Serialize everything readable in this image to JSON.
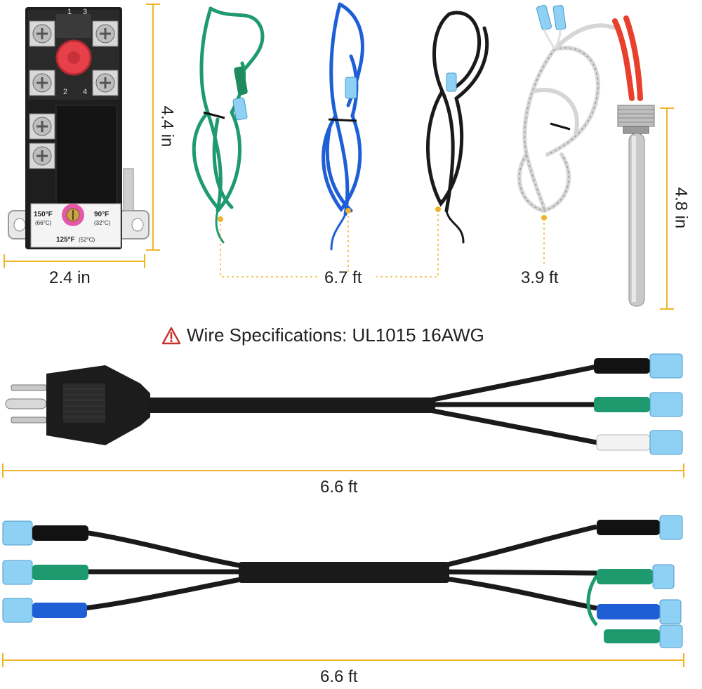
{
  "colors": {
    "dimension_line": "#f0b429",
    "label_text": "#222222",
    "warning": "#c8312d",
    "wire_black": "#1a1a1a",
    "wire_green": "#1f9a6f",
    "wire_blue": "#1f5fd6",
    "terminal_blue": "#8fd1f5",
    "heat_red": "#e8402c"
  },
  "dimensions": {
    "thermostat_height": "4.4 in",
    "thermostat_width": "2.4 in",
    "wire_length": "6.7 ft",
    "sensor_wire_length": "3.9 ft",
    "element_length": "4.8 in",
    "plug_cable_length": "6.6 ft",
    "jumper_cable_length": "6.6 ft"
  },
  "spec": {
    "icon": "warning-icon",
    "text": "Wire Specifications: UL1015 16AWG"
  },
  "thermostat": {
    "temp_high": "150°F",
    "temp_high_c": "(66°C)",
    "temp_low": "90°F",
    "temp_low_c": "(32°C)",
    "temp_mid": "125°F",
    "temp_mid_c": "(52°C)",
    "terminal_1": "1",
    "terminal_2": "2",
    "terminal_3": "3",
    "terminal_4": "4"
  }
}
